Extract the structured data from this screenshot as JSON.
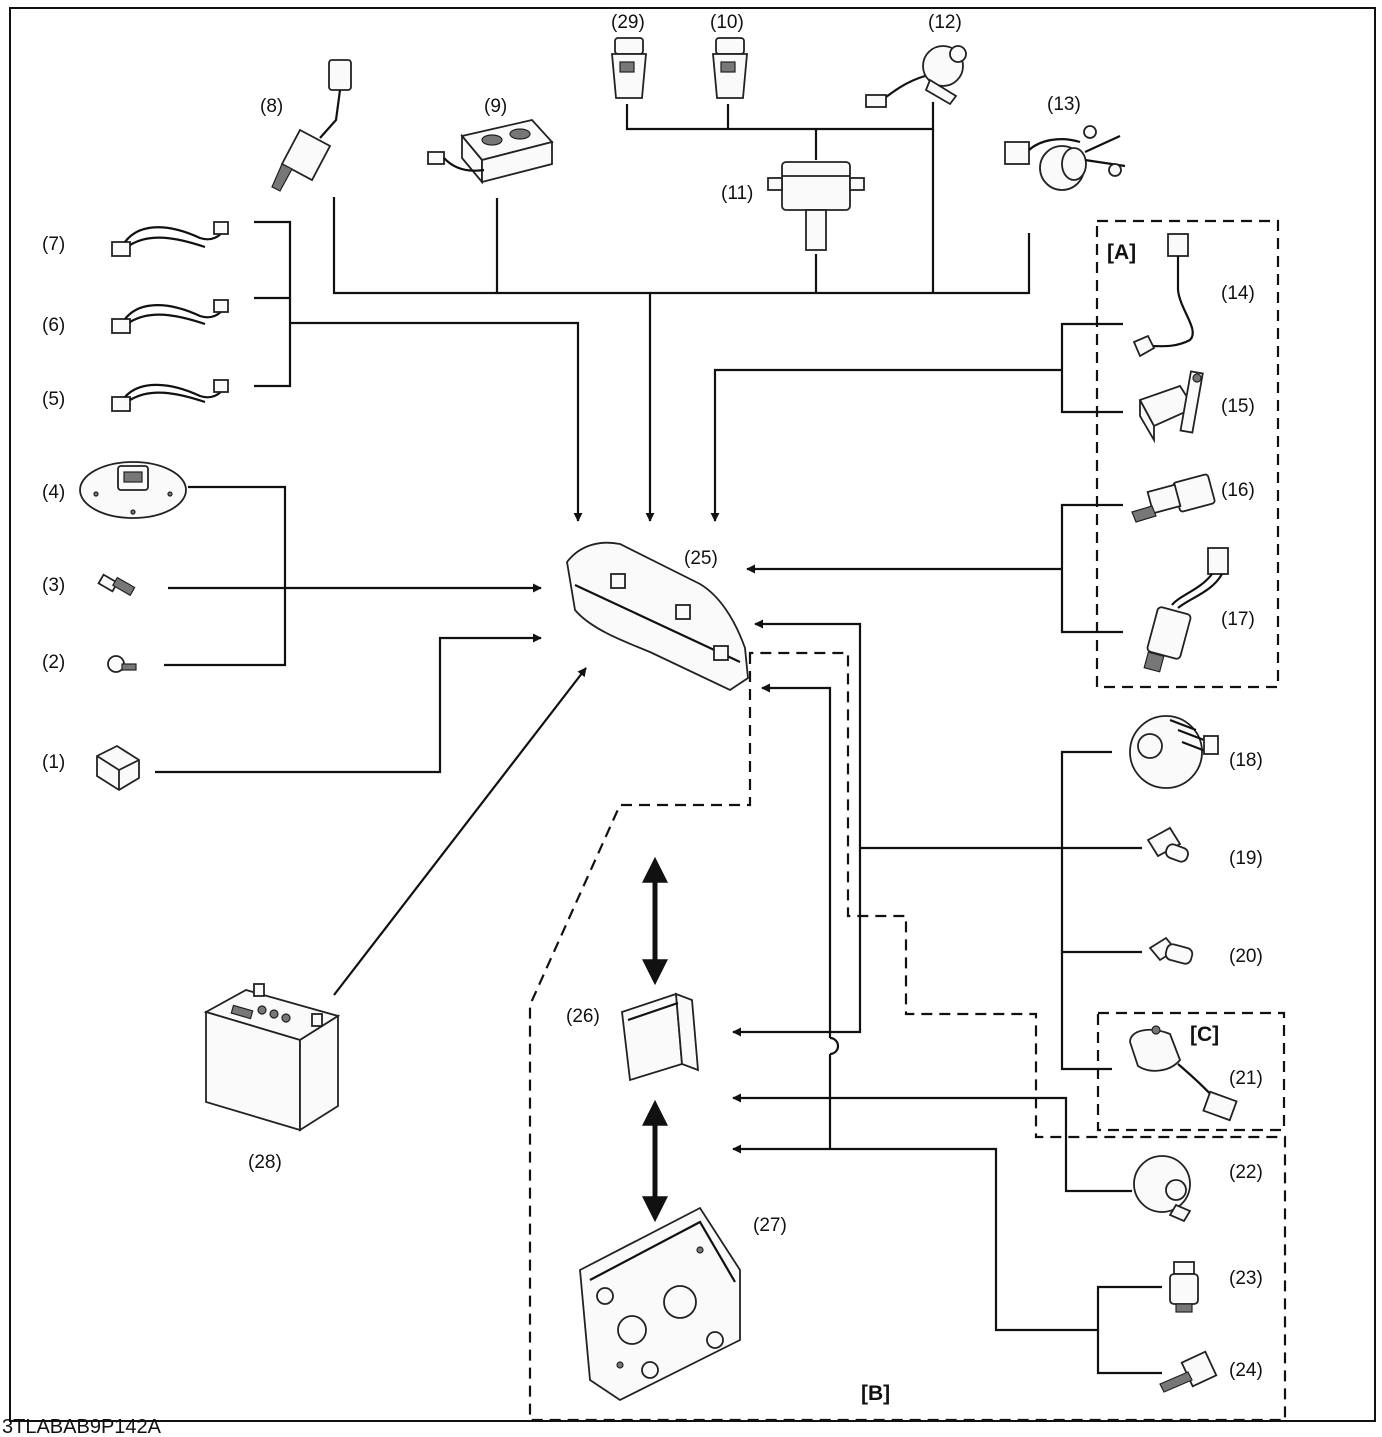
{
  "labels": {
    "p1": "(1)",
    "p2": "(2)",
    "p3": "(3)",
    "p4": "(4)",
    "p5": "(5)",
    "p6": "(6)",
    "p7": "(7)",
    "p8": "(8)",
    "p9": "(9)",
    "p10": "(10)",
    "p11": "(11)",
    "p12": "(12)",
    "p13": "(13)",
    "p14": "(14)",
    "p15": "(15)",
    "p16": "(16)",
    "p17": "(17)",
    "p18": "(18)",
    "p19": "(19)",
    "p20": "(20)",
    "p21": "(21)",
    "p22": "(22)",
    "p23": "(23)",
    "p24": "(24)",
    "p25": "(25)",
    "p26": "(26)",
    "p27": "(27)",
    "p28": "(28)",
    "p29": "(29)"
  },
  "groups": {
    "a": "[A]",
    "b": "[B]",
    "c": "[C]"
  },
  "figure_code": "3TLABAB9P142A"
}
